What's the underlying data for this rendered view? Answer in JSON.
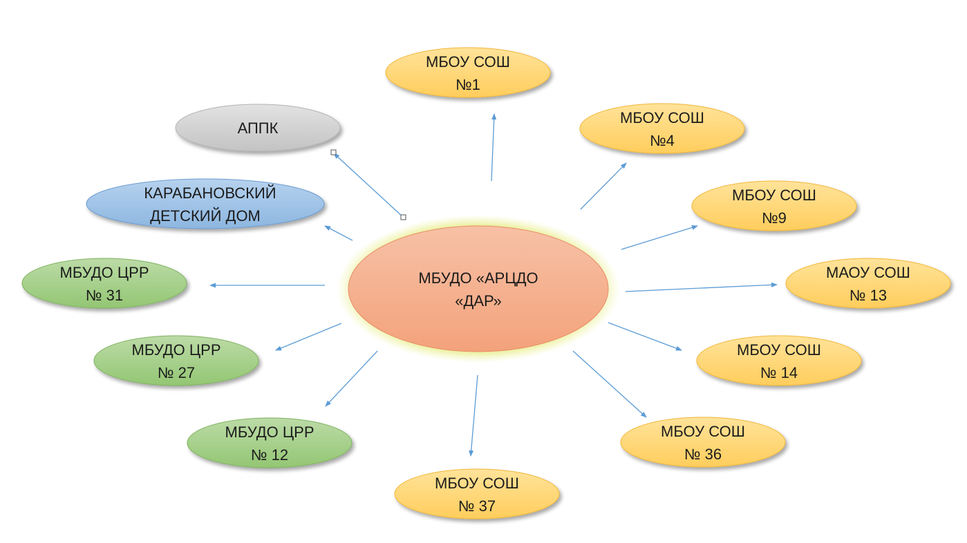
{
  "diagram": {
    "center": {
      "line1": "МБУДО «АРЦДО",
      "line2": "«ДАР»"
    },
    "nodes": [
      {
        "id": "sosh1",
        "line1": "МБОУ СОШ",
        "line2": "№1",
        "color": "#ffd46f"
      },
      {
        "id": "sosh4",
        "line1": "МБОУ СОШ",
        "line2": "№4",
        "color": "#ffd46f"
      },
      {
        "id": "sosh9",
        "line1": "МБОУ СОШ",
        "line2": "№9",
        "color": "#ffd46f"
      },
      {
        "id": "maou13",
        "line1": "МАОУ СОШ",
        "line2": "№ 13",
        "color": "#ffd46f"
      },
      {
        "id": "sosh14",
        "line1": "МБОУ СОШ",
        "line2": "№ 14",
        "color": "#ffd46f"
      },
      {
        "id": "sosh36",
        "line1": "МБОУ СОШ",
        "line2": "№ 36",
        "color": "#ffd46f"
      },
      {
        "id": "sosh37",
        "line1": "МБОУ СОШ",
        "line2": "№ 37",
        "color": "#ffd46f"
      },
      {
        "id": "crr12",
        "line1": "МБУДО ЦРР",
        "line2": "№ 12",
        "color": "#a6d18a"
      },
      {
        "id": "crr27",
        "line1": "МБУДО ЦРР",
        "line2": "№ 27",
        "color": "#a6d18a"
      },
      {
        "id": "crr31",
        "line1": "МБУДО ЦРР",
        "line2": "№ 31",
        "color": "#a6d18a"
      },
      {
        "id": "detdom",
        "line1": "КАРАБАНОВСКИЙ",
        "line2": "ДЕТСКИЙ ДОМ",
        "color": "#9dc3e6"
      },
      {
        "id": "appk",
        "line1": "АППК",
        "line2": "",
        "color": "#d0d0d0"
      }
    ]
  },
  "colors": {
    "center_fill": "#f4a582",
    "center_glow": "#dfe66a",
    "arrow": "#5b9bd5",
    "text": "#1a1a1a"
  }
}
